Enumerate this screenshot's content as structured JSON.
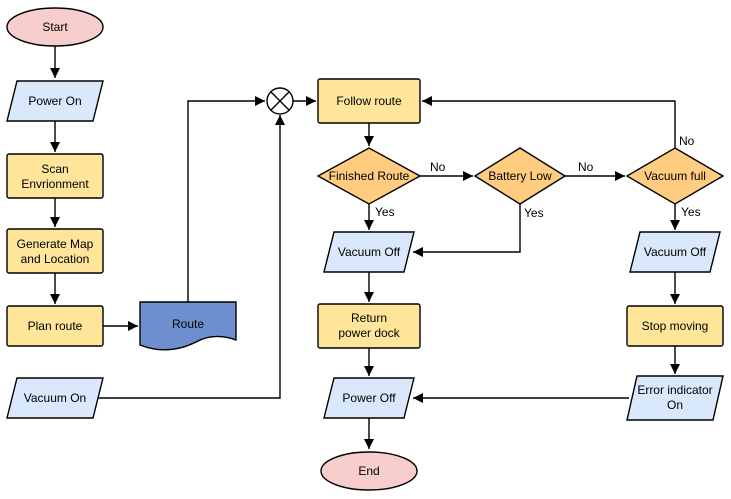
{
  "colors": {
    "terminator_fill": "#f8cecc",
    "process_fill": "#ffe599",
    "io_fill": "#dae8fc",
    "decision_fill": "#ffcc80",
    "document_fill": "#6d8fce",
    "junction_fill": "#ffffff",
    "stroke": "#000000"
  },
  "nodes": {
    "start": {
      "label": "Start"
    },
    "power_on": {
      "label": "Power On"
    },
    "scan_environment": {
      "line1": "Scan",
      "line2": "Envrionment"
    },
    "generate_map": {
      "line1": "Generate Map",
      "line2": "and Location"
    },
    "plan_route": {
      "label": "Plan route"
    },
    "route_doc": {
      "label": "Route"
    },
    "vacuum_on": {
      "label": "Vacuum On"
    },
    "follow_route": {
      "label": "Follow route"
    },
    "finished_route": {
      "label": "Finished Route"
    },
    "battery_low": {
      "label": "Battery Low"
    },
    "vacuum_full": {
      "label": "Vacuum full"
    },
    "vacuum_off_mid": {
      "label": "Vacuum Off"
    },
    "return_power_dock": {
      "line1": "Return",
      "line2": "power dock"
    },
    "power_off": {
      "label": "Power Off"
    },
    "end": {
      "label": "End"
    },
    "vacuum_off_right": {
      "label": "Vacuum Off"
    },
    "stop_moving": {
      "label": "Stop moving"
    },
    "error_indicator": {
      "line1": "Error indicator",
      "line2": "On"
    }
  },
  "edge_labels": {
    "finished_route_no": "No",
    "finished_route_yes": "Yes",
    "battery_low_no": "No",
    "battery_low_yes": "Yes",
    "vacuum_full_no": "No",
    "vacuum_full_yes": "Yes"
  }
}
